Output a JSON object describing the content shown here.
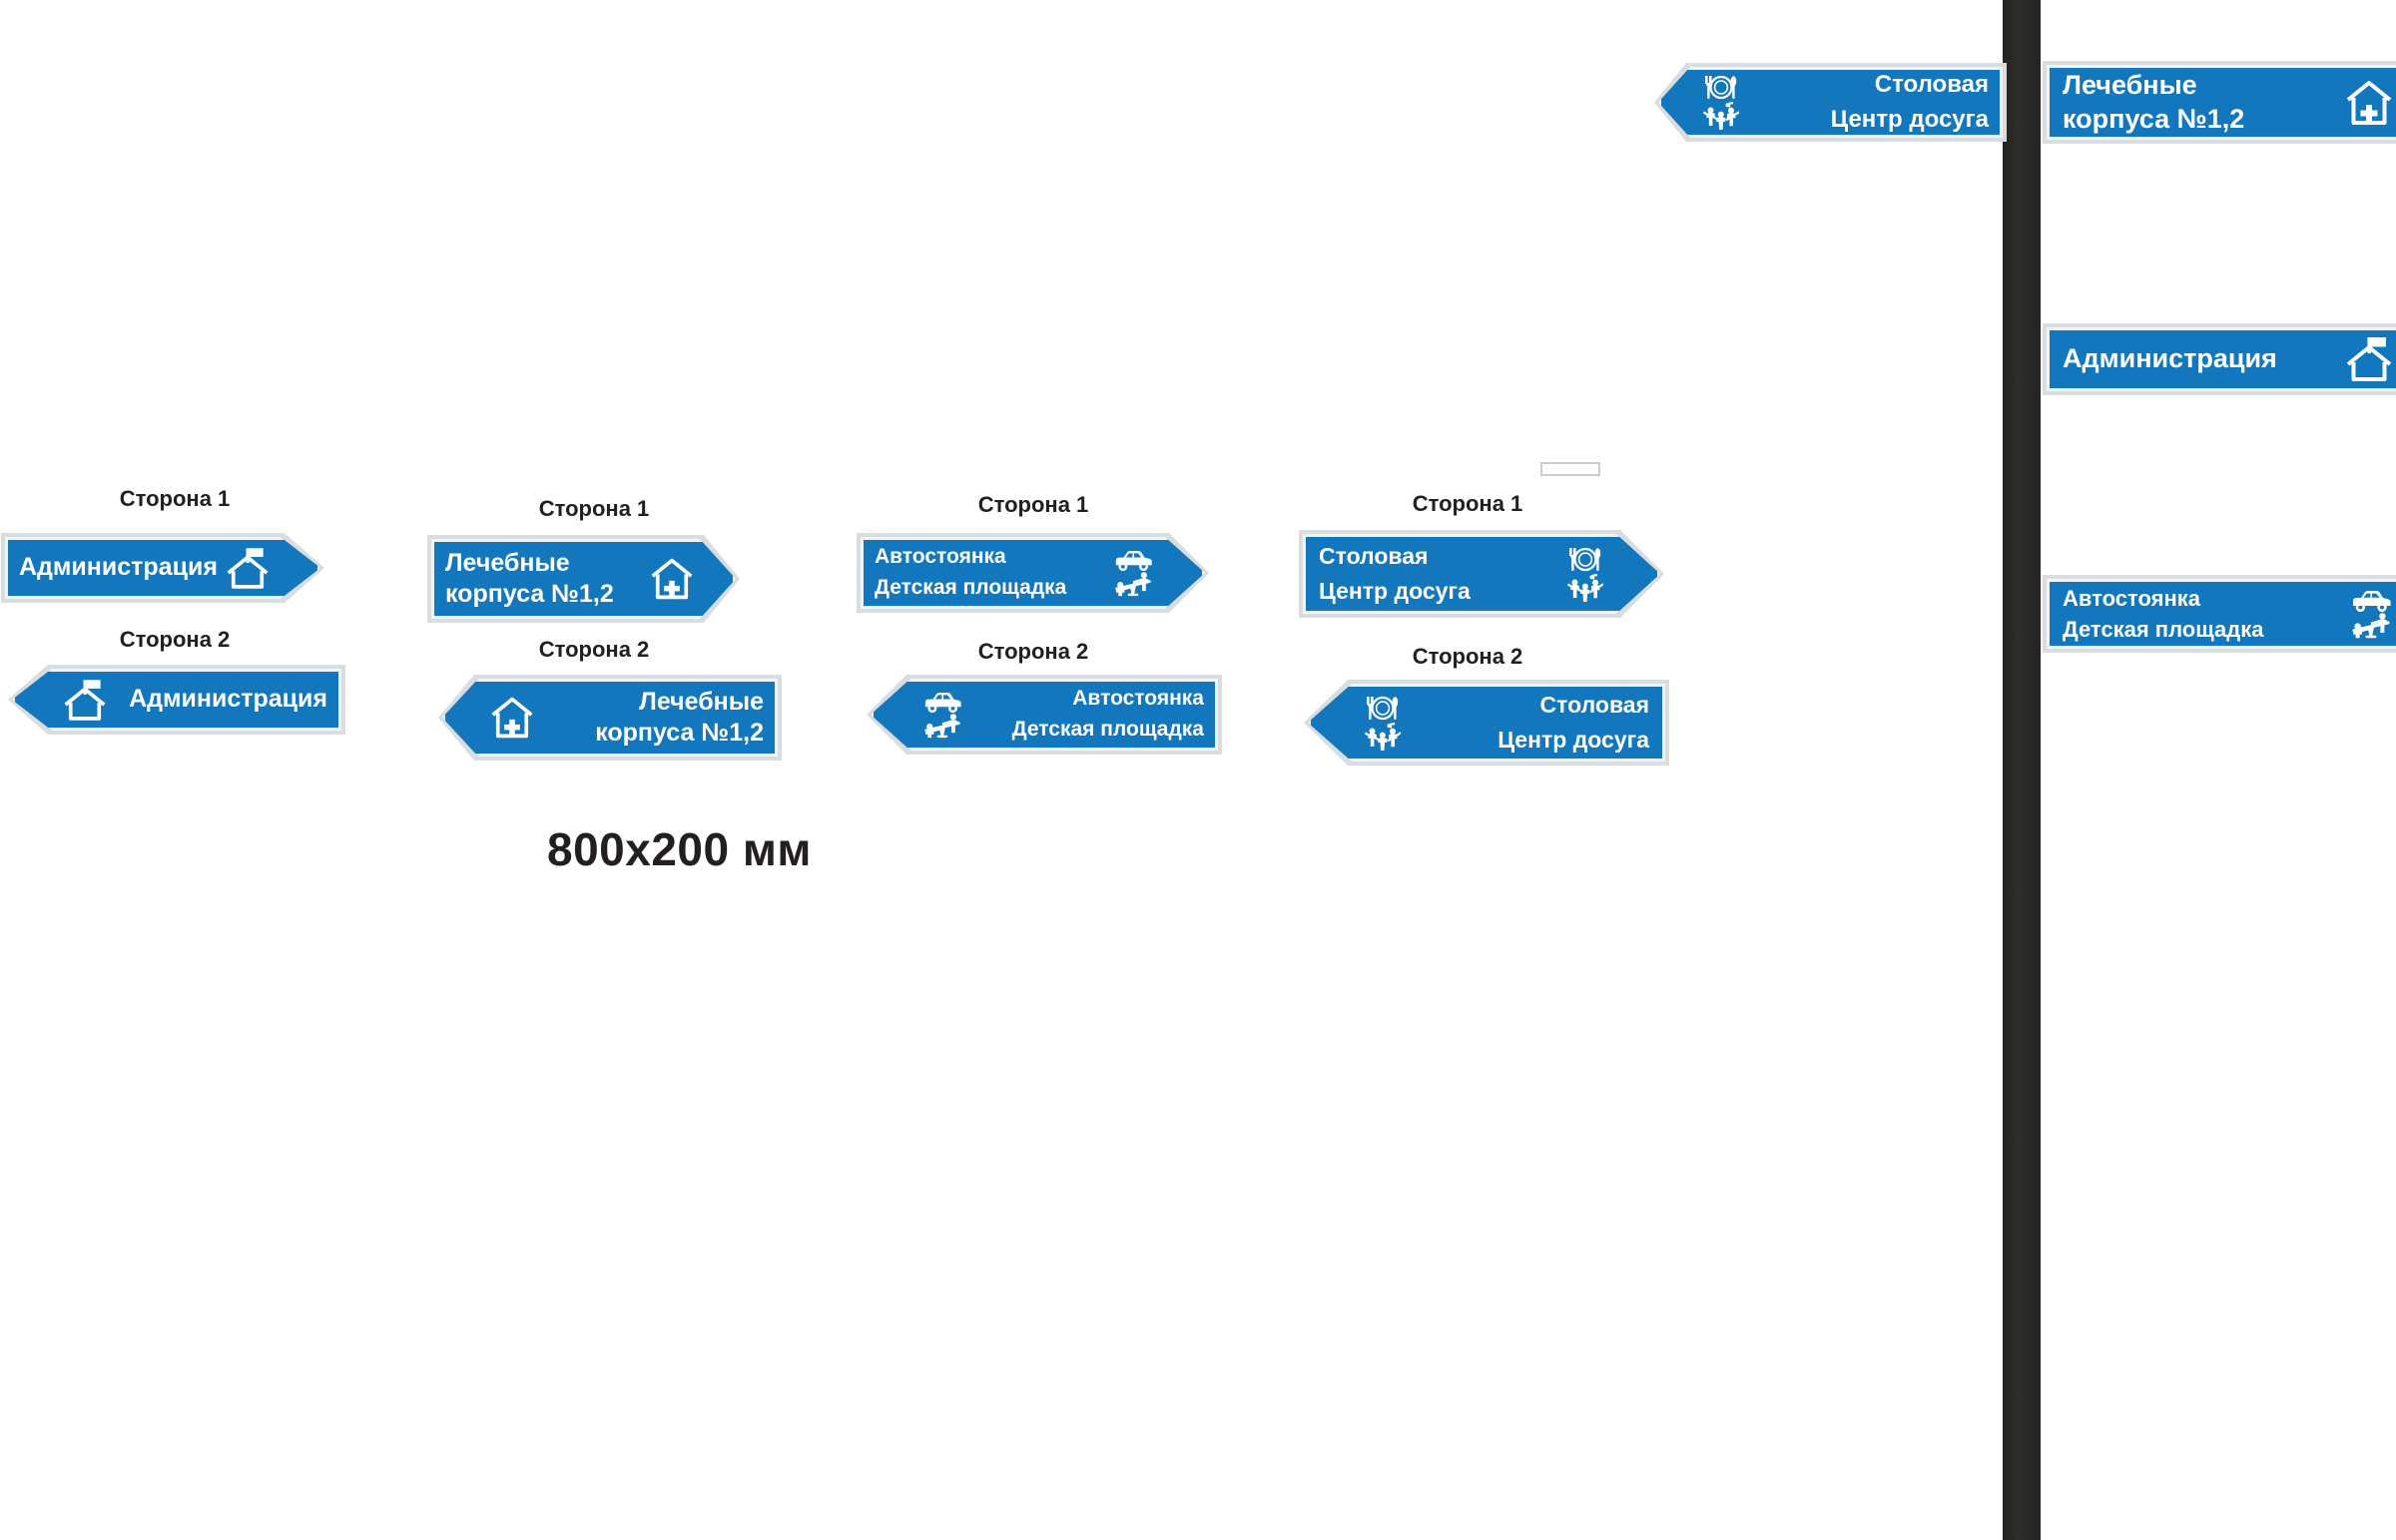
{
  "page": {
    "background": "#ffffff",
    "sign_blue": "#1277bc",
    "sign_border": "#eef6fb",
    "sign_outline": "#d9dde0",
    "text_color": "#ffffff",
    "caption_color": "#231f20",
    "pole_color": "#2b2a28"
  },
  "dimension_note": "800x200 мм",
  "captions": {
    "side1": "Сторона 1",
    "side2": "Сторона 2"
  },
  "sign_texts": {
    "administration": "Администрация",
    "medical_line1": "Лечебные",
    "medical_line2": "корпуса №1,2",
    "parking": "Автостоянка",
    "playground": "Детская площадка",
    "canteen": "Столовая",
    "leisure": "Центр досуга"
  },
  "icon_names": {
    "house_flag": "house-with-flag-icon",
    "house_cross": "house-with-cross-icon",
    "car": "car-icon",
    "seesaw": "seesaw-playground-icon",
    "cutlery": "fork-plate-spoon-icon",
    "dancers": "dancing-people-music-icon"
  },
  "groups": [
    {
      "id": "administration",
      "caption1": "Сторона 1",
      "caption2": "Сторона 2",
      "side1": {
        "direction": "right",
        "lines": [
          "Администрация"
        ],
        "icons": [
          "house_flag"
        ]
      },
      "side2": {
        "direction": "left",
        "lines": [
          "Администрация"
        ],
        "icons": [
          "house_flag"
        ]
      }
    },
    {
      "id": "medical",
      "caption1": "Сторона 1",
      "caption2": "Сторона 2",
      "side1": {
        "direction": "right",
        "lines": [
          "Лечебные",
          "корпуса №1,2"
        ],
        "icons": [
          "house_cross"
        ]
      },
      "side2": {
        "direction": "left",
        "lines": [
          "Лечебные",
          "корпуса №1,2"
        ],
        "icons": [
          "house_cross"
        ]
      }
    },
    {
      "id": "parking",
      "caption1": "Сторона 1",
      "caption2": "Сторона 2",
      "side1": {
        "direction": "right",
        "lines": [
          "Автостоянка",
          "Детская площадка"
        ],
        "icons": [
          "car",
          "seesaw"
        ]
      },
      "side2": {
        "direction": "left",
        "lines": [
          "Автостоянка",
          "Детская площадка"
        ],
        "icons": [
          "car",
          "seesaw"
        ]
      }
    },
    {
      "id": "canteen",
      "caption1": "Сторона 1",
      "caption2": "Сторона 2",
      "side1": {
        "direction": "right",
        "lines": [
          "Столовая",
          "Центр досуга"
        ],
        "icons": [
          "cutlery",
          "dancers"
        ]
      },
      "side2": {
        "direction": "left",
        "lines": [
          "Столовая",
          "Центр досуга"
        ],
        "icons": [
          "cutlery",
          "dancers"
        ]
      }
    }
  ],
  "pole_signs": [
    {
      "id": "pole-canteen",
      "direction": "left",
      "lines": [
        "Столовая",
        "Центр досуга"
      ],
      "icons": [
        "cutlery",
        "dancers"
      ]
    },
    {
      "id": "pole-medical",
      "direction": "right",
      "lines": [
        "Лечебные",
        "корпуса №1,2"
      ],
      "icons": [
        "house_cross"
      ]
    },
    {
      "id": "pole-admin",
      "direction": "right",
      "lines": [
        "Администрация"
      ],
      "icons": [
        "house_flag"
      ]
    },
    {
      "id": "pole-parking",
      "direction": "right",
      "lines": [
        "Автостоянка",
        "Детская площадка"
      ],
      "icons": [
        "car",
        "seesaw"
      ]
    }
  ]
}
